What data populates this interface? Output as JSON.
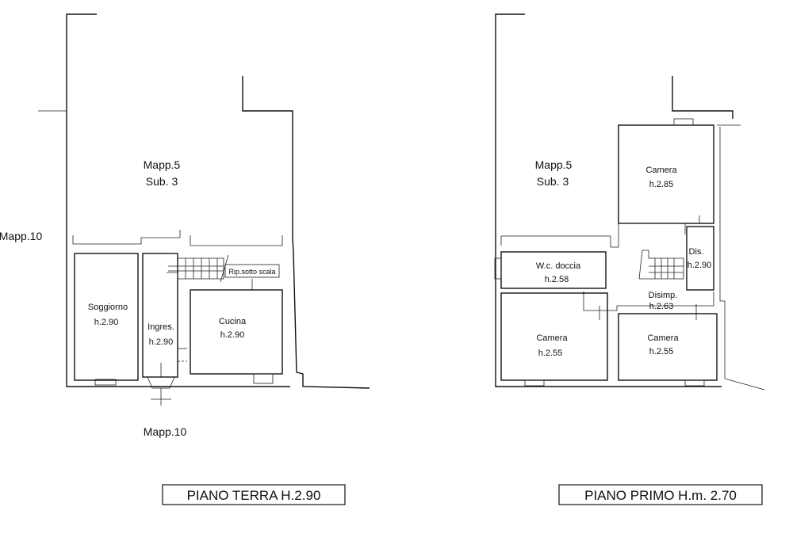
{
  "ground_floor": {
    "mapp5": "Mapp.5",
    "sub3": "Sub. 3",
    "mapp10_side": "Mapp.10",
    "mapp10_bottom": "Mapp.10",
    "soggiorno": "Soggiorno",
    "soggiorno_h": "h.2.90",
    "ingresso": "Ingres.",
    "ingresso_h": "h.2.90",
    "cucina": "Cucina",
    "cucina_h": "h.2.90",
    "ripostiglio": "Rip.sotto scala",
    "title": "PIANO TERRA H.2.90"
  },
  "first_floor": {
    "mapp5": "Mapp.5",
    "sub3": "Sub. 3",
    "camera_top": "Camera",
    "camera_top_h": "h.2.85",
    "dis": "Dis.",
    "dis_h": "h.2.90",
    "wc": "W.c. doccia",
    "wc_h": "h.2.58",
    "disimp": "Disimp.",
    "disimp_h": "h.2.63",
    "camera_left": "Camera",
    "camera_left_h": "h.2.55",
    "camera_right": "Camera",
    "camera_right_h": "h.2.55",
    "title": "PIANO PRIMO H.m. 2.70"
  }
}
